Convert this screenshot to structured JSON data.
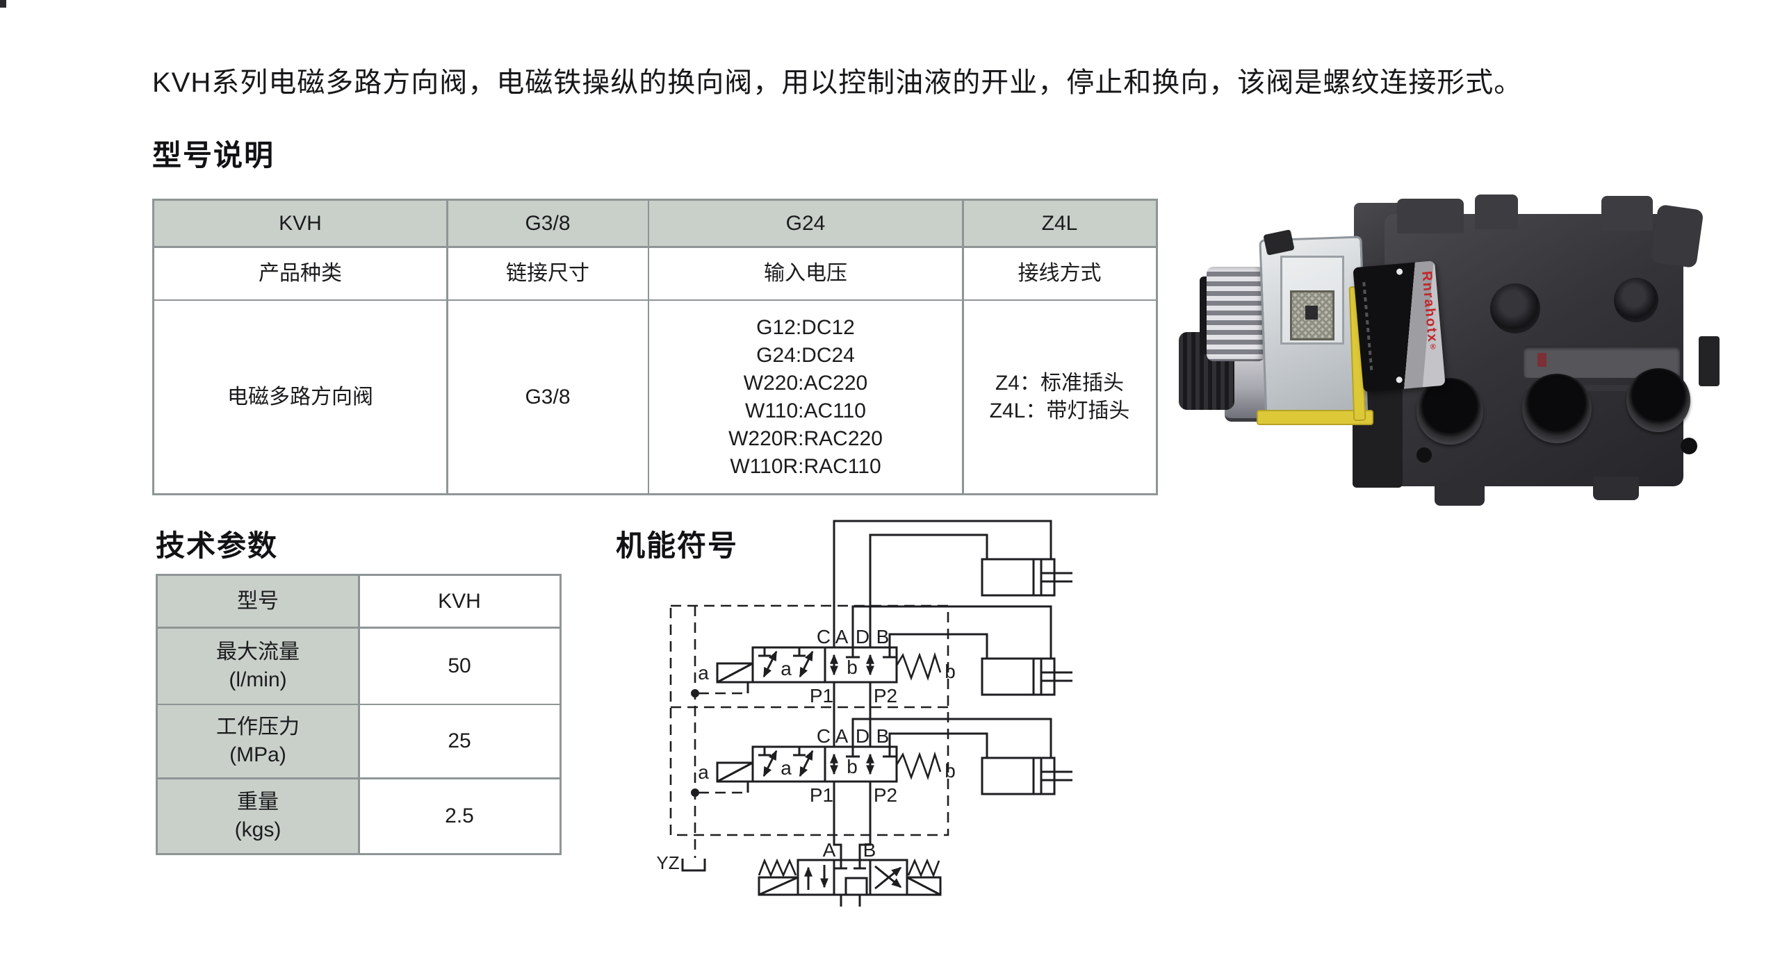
{
  "page": {
    "intro": "KVH系列电磁多路方向阀，电磁铁操纵的换向阀，用以控制油液的开业，停止和换向，该阀是螺纹连接形式。",
    "section_model_title": "型号说明",
    "section_tech_title": "技术参数",
    "section_symbol_title": "机能符号"
  },
  "colors": {
    "table_header_bg": "#c9d0ca",
    "table_border": "#8e9595",
    "nameplate_red": "#c2262a",
    "gasket_yellow": "#ddc838",
    "line_color": "#1e1e20"
  },
  "model_table": {
    "code_row": [
      "KVH",
      "G3/8",
      "G24",
      "Z4L"
    ],
    "meaning_row": [
      "产品种类",
      "链接尺寸",
      "输入电压",
      "接线方式"
    ],
    "value_row": [
      "电磁多路方向阀",
      "G3/8",
      "G12:DC12\nG24:DC24\nW220:AC220\nW110:AC110\nW220R:RAC220\nW110R:RAC110",
      "Z4：标准插头\nZ4L：带灯插头"
    ]
  },
  "tech_table": {
    "rows": [
      {
        "label": "型号",
        "value": "KVH"
      },
      {
        "label": "最大流量\n(l/min)",
        "value": "50"
      },
      {
        "label": "工作压力\n(MPa)",
        "value": "25"
      },
      {
        "label": "重量\n(kgs)",
        "value": "2.5"
      }
    ]
  },
  "diagram": {
    "port_c": "C",
    "port_a": "A",
    "port_d": "D",
    "port_b": "B",
    "p1": "P1",
    "p2": "P2",
    "sol_a": "a",
    "pos_a": "a",
    "pos_b": "b",
    "spring_b": "b",
    "yz": "YZ",
    "bottom_a": "A",
    "bottom_b": "B"
  },
  "photo": {
    "nameplate_text": "Rnrahotx",
    "nameplate_reg": "®"
  }
}
